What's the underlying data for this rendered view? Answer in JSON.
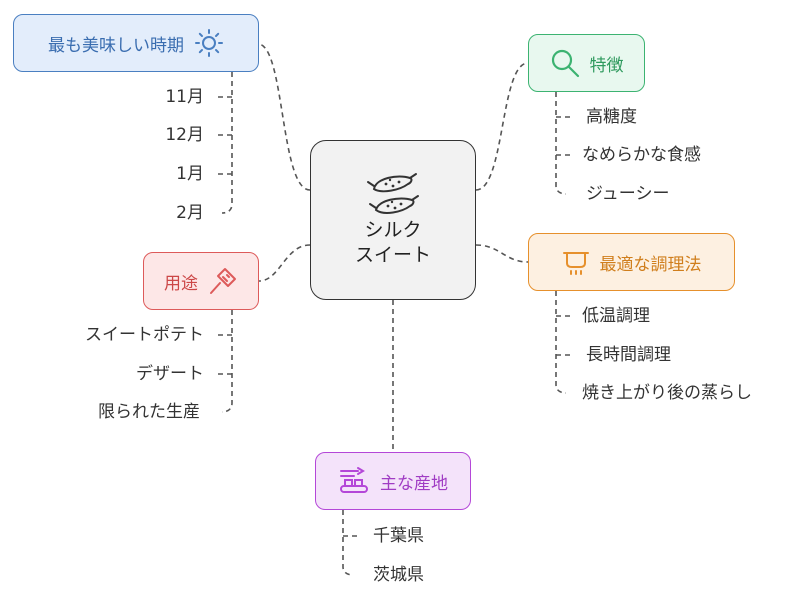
{
  "colors": {
    "blue": "#4a7fc1",
    "blue_fill": "#e3edfb",
    "green": "#3cb371",
    "green_fill": "#e8f8ef",
    "orange": "#e6902c",
    "orange_fill": "#fdf0e1",
    "red": "#dd5a5a",
    "red_fill": "#fde7e7",
    "purple": "#b447d8",
    "purple_fill": "#f4e3fa",
    "connector": "#555555"
  },
  "center": {
    "line1": "シルク",
    "line2": "スイート",
    "icon": "sweet-potato-icon"
  },
  "branches": {
    "season": {
      "label": "最も美味しい時期",
      "icon": "sun-icon",
      "items": [
        "11月",
        "12月",
        "1月",
        "2月"
      ]
    },
    "features": {
      "label": "特徴",
      "icon": "magnifier-icon",
      "items": [
        "高糖度",
        "なめらかな食感",
        "ジューシー"
      ]
    },
    "cooking": {
      "label": "最適な調理法",
      "icon": "cooking-pot-icon",
      "items": [
        "低温調理",
        "長時間調理",
        "焼き上がり後の蒸らし"
      ]
    },
    "uses": {
      "label": "用途",
      "icon": "spatula-icon",
      "items": [
        "スイートポテト",
        "デザート",
        "限られた生産"
      ]
    },
    "regions": {
      "label": "主な産地",
      "icon": "conveyor-icon",
      "items": [
        "千葉県",
        "茨城県"
      ]
    }
  }
}
